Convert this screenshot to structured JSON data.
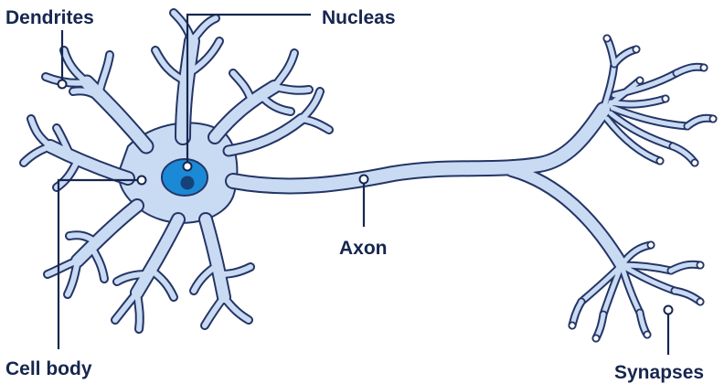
{
  "title": "",
  "labels": {
    "dendrites": "Dendrites",
    "nucleus": "Nucleas",
    "cell_body": "Cell body",
    "axon": "Axon",
    "synapses": "Synapses"
  },
  "colors": {
    "membrane": "#243566",
    "cytoplasm": "#c9daf3",
    "nucleus": "#1b8ad6",
    "nucleolus": "#16427a",
    "text": "#16264f"
  }
}
